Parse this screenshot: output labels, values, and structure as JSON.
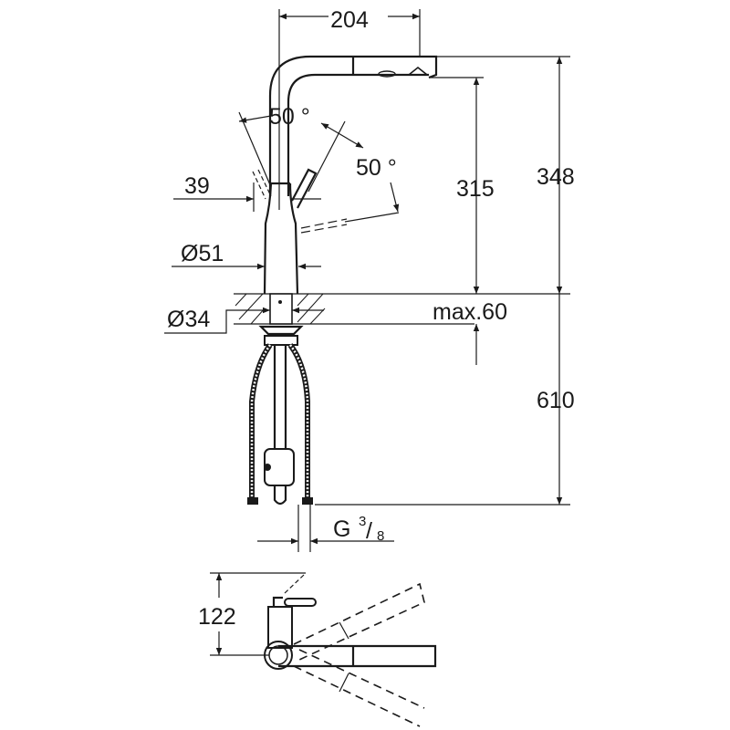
{
  "drawing": {
    "dimensions": {
      "spout_reach": "204",
      "lever_angle_left": "50 °",
      "lever_angle_right": "50 °",
      "lever_offset": "39",
      "body_diameter": "Ø51",
      "shank_diameter": "Ø34",
      "spout_height": "315",
      "total_height": "348",
      "counter_thickness": "max.60",
      "hose_length": "610",
      "connection_thread_prefix": "G",
      "connection_thread_num": "3",
      "connection_thread_den": "8",
      "plan_depth": "122"
    }
  }
}
